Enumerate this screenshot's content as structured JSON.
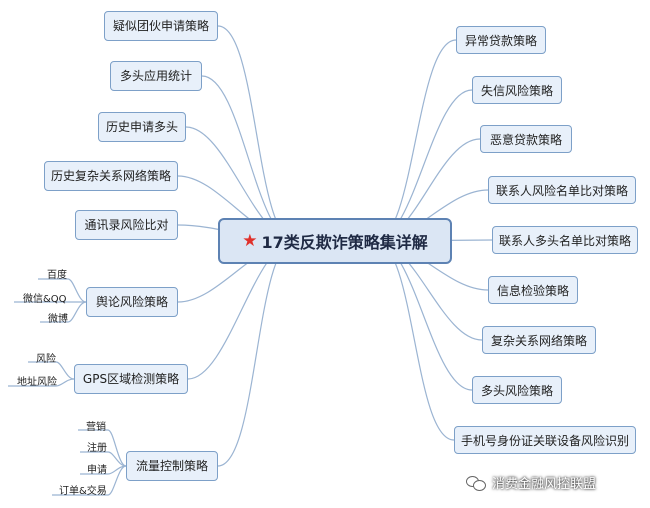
{
  "central": {
    "title": "17类反欺诈策略集详解"
  },
  "left_nodes": [
    {
      "label": "疑似团伙申请策略"
    },
    {
      "label": "多头应用统计"
    },
    {
      "label": "历史申请多头"
    },
    {
      "label": "历史复杂关系网络策略"
    },
    {
      "label": "通讯录风险比对"
    },
    {
      "label": "舆论风险策略",
      "subs": [
        "百度",
        "微信&QQ",
        "微博"
      ]
    },
    {
      "label": "GPS区域检测策略",
      "subs": [
        "风险",
        "地址风险"
      ]
    },
    {
      "label": "流量控制策略",
      "subs": [
        "营销",
        "注册",
        "申请",
        "订单&交易"
      ]
    }
  ],
  "right_nodes": [
    {
      "label": "异常贷款策略"
    },
    {
      "label": "失信风险策略"
    },
    {
      "label": "恶意贷款策略"
    },
    {
      "label": "联系人风险名单比对策略"
    },
    {
      "label": "联系人多头名单比对策略"
    },
    {
      "label": "信息检验策略"
    },
    {
      "label": "复杂关系网络策略"
    },
    {
      "label": "多头风险策略"
    },
    {
      "label": "手机号身份证关联设备风险识别"
    }
  ],
  "watermark": {
    "text": "消费金融风控联盟",
    "icon": "wechat-icon"
  },
  "colors": {
    "node_fill": "#e8f0fa",
    "node_border": "#7da0c8",
    "link": "#9bb4d2",
    "star": "#e0312b"
  }
}
